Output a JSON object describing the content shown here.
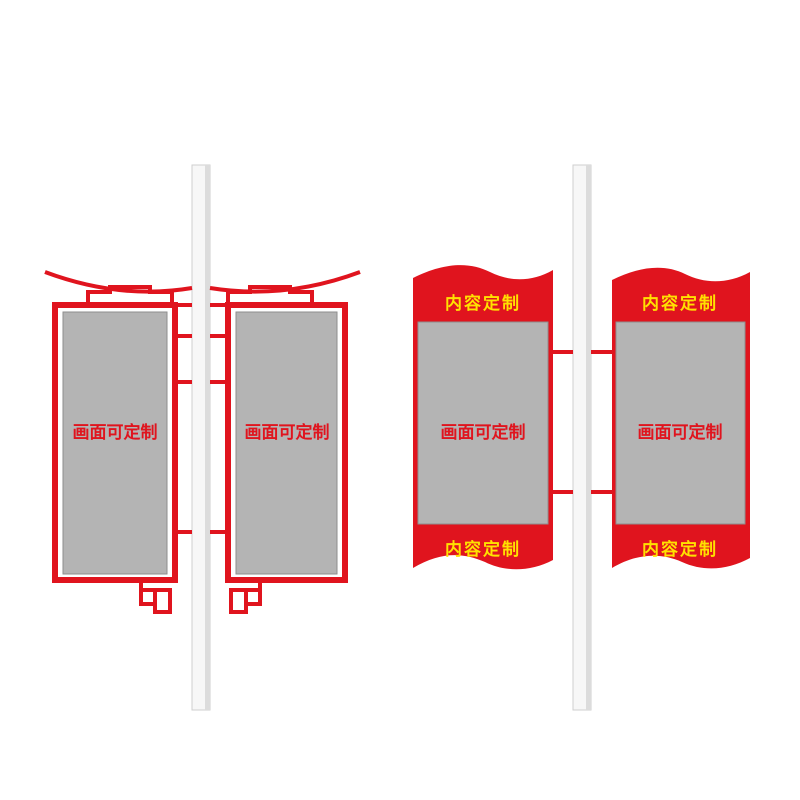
{
  "colors": {
    "frame_red": "#e0141e",
    "panel_gray": "#b4b4b4",
    "caption_yellow": "#ffe100",
    "pole_white": "#f7f7f7",
    "pole_shadow": "#c8c8c8"
  },
  "left_pair": {
    "left_panel_text": "画面可定制",
    "right_panel_text": "画面可定制"
  },
  "right_pair": {
    "left_banner": {
      "top_caption": "内容定制",
      "panel_text": "画面可定制",
      "bottom_caption": "内容定制"
    },
    "right_banner": {
      "top_caption": "内容定制",
      "panel_text": "画面可定制",
      "bottom_caption": "内容定制"
    }
  }
}
